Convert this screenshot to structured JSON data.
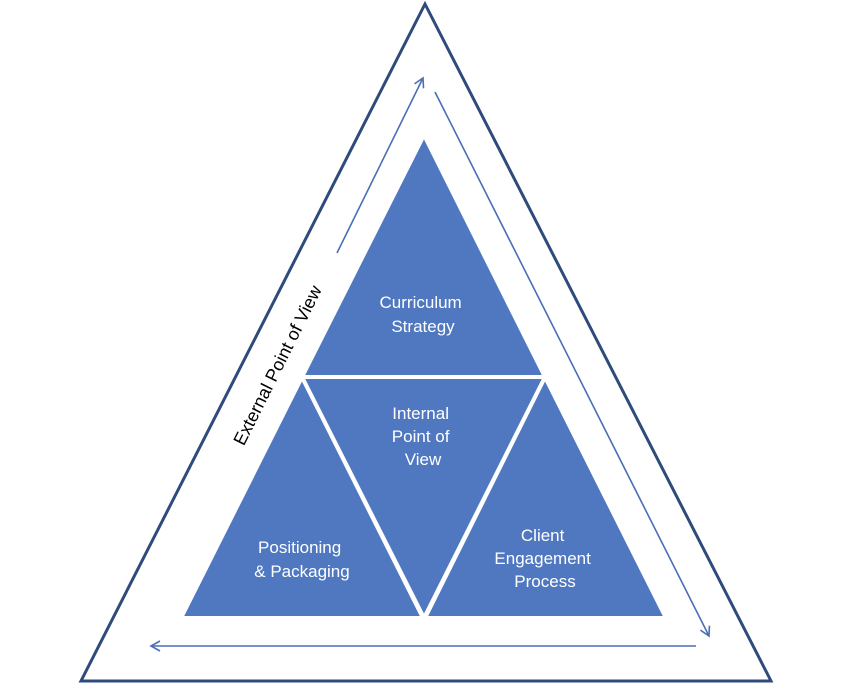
{
  "diagram": {
    "colors": {
      "outline": "#2f4b7c",
      "segment_fill": "#4f78c0",
      "segment_stroke": "#ffffff",
      "arrow": "#4a6fb5",
      "label_text": "#ffffff",
      "side_text": "#000000"
    },
    "side_label": "External Point of View",
    "segments": {
      "top": {
        "lines": [
          "Curriculum",
          "Strategy"
        ]
      },
      "center": {
        "lines": [
          "Internal",
          "Point of",
          "View"
        ]
      },
      "left": {
        "lines": [
          "Positioning",
          "& Packaging"
        ]
      },
      "right": {
        "lines": [
          "Client",
          "Engagement",
          "Process"
        ]
      }
    }
  }
}
